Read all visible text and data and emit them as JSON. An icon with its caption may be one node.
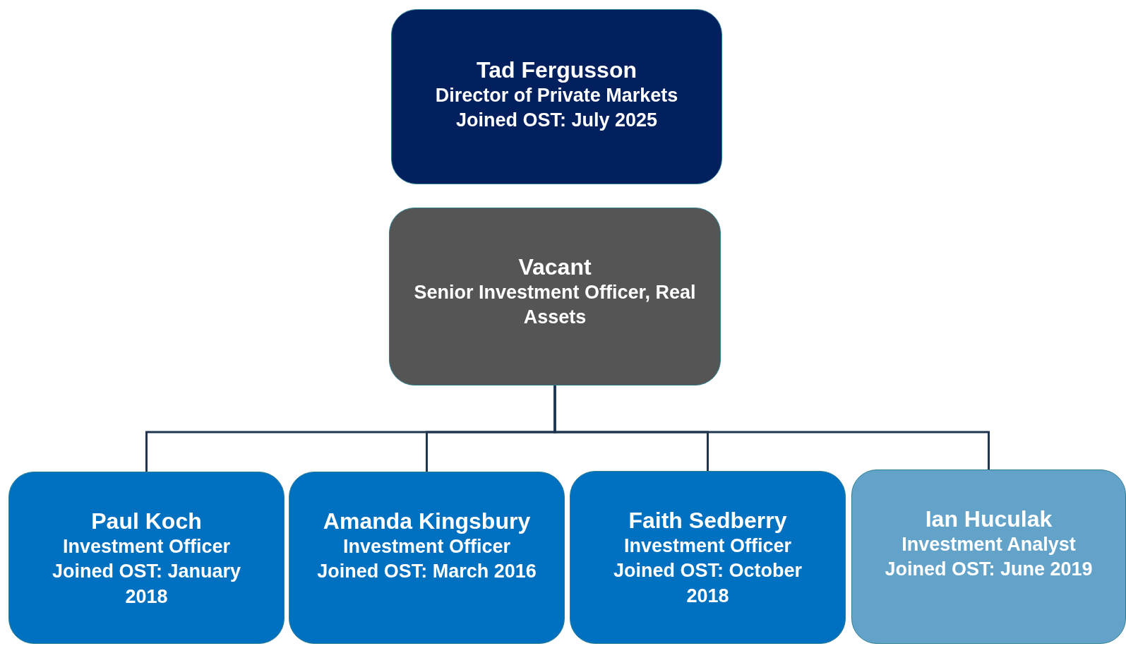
{
  "diagram": {
    "nodes": [
      {
        "text": [
          "Tad Fergusson",
          "Director of Private Markets",
          "Joined OST: July 2025"
        ]
      },
      {
        "text": [
          "Vacant",
          "Senior Investment Officer, Real Assets"
        ]
      },
      {
        "text": [
          "Paul Koch",
          "Investment Officer",
          "Joined OST: January 2018"
        ]
      },
      {
        "text": [
          "Amanda Kingsbury",
          "Investment Officer",
          "Joined OST: March 2016"
        ]
      },
      {
        "text": [
          "Faith Sedberry",
          "Investment Officer",
          "Joined OST: October 2018"
        ]
      },
      {
        "text": [
          "Ian Huculak",
          "Investment Analyst",
          "Joined OST: June 2019"
        ]
      }
    ],
    "edges": [
      {
        "from": 1,
        "to": 2,
        "arrow": "none"
      },
      {
        "from": 1,
        "to": 3,
        "arrow": "none"
      },
      {
        "from": 1,
        "to": 4,
        "arrow": "none"
      },
      {
        "from": 1,
        "to": 5,
        "arrow": "none"
      }
    ]
  }
}
